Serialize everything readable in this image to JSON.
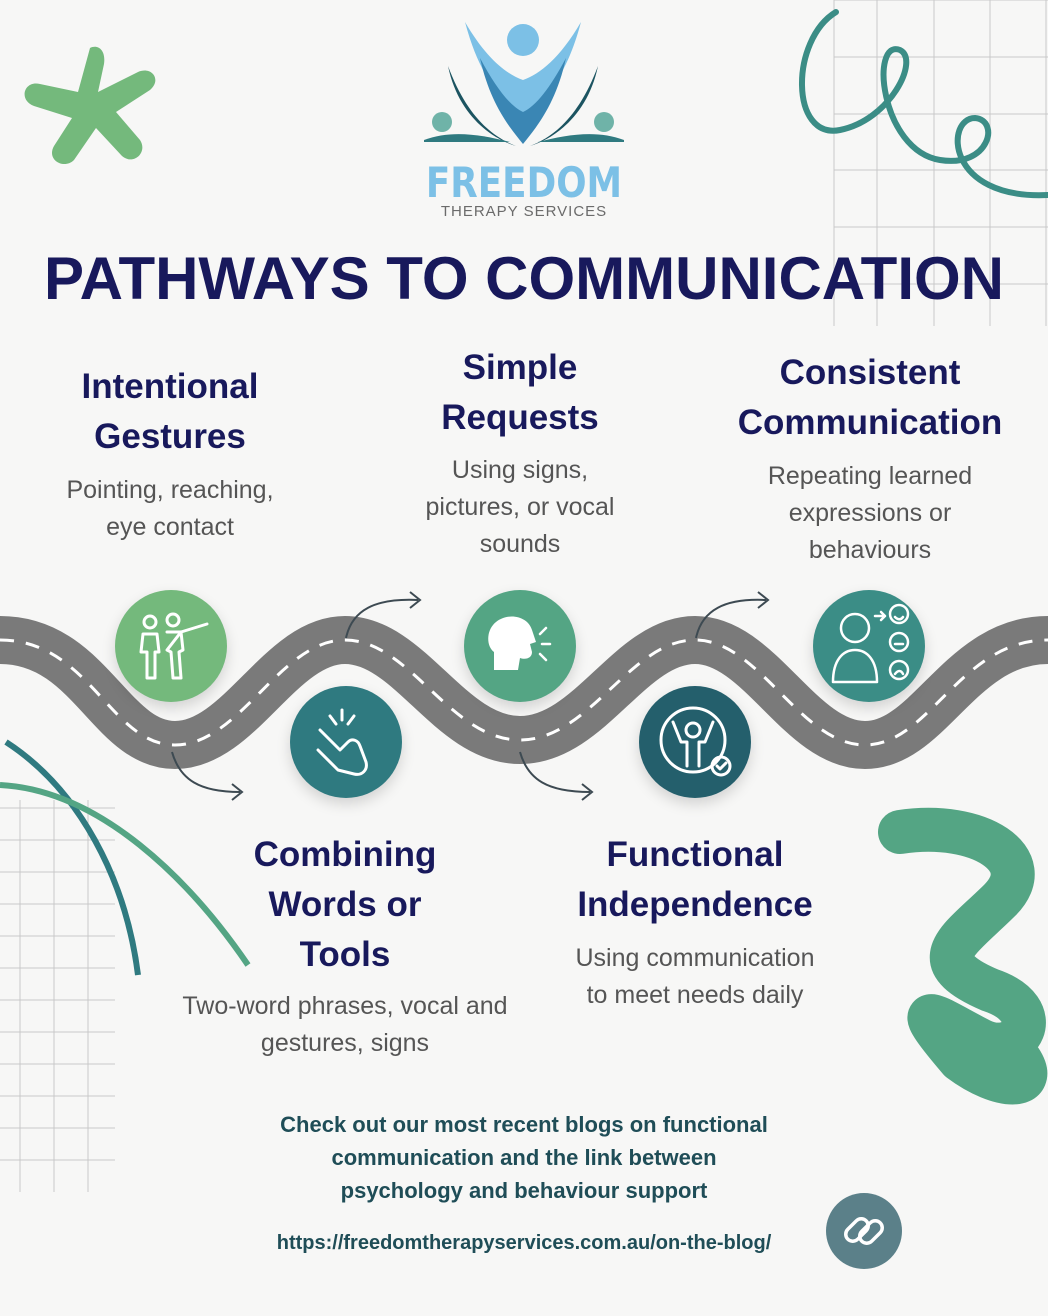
{
  "brand": {
    "name": "FREEDOM",
    "tagline": "THERAPY SERVICES",
    "logo_icon": "people-v-logo-icon"
  },
  "title": "PATHWAYS TO COMMUNICATION",
  "stages": [
    {
      "title_lines": [
        "Intentional",
        "Gestures"
      ],
      "desc_lines": [
        "Pointing, reaching,",
        "eye contact"
      ],
      "icon": "pointing-people-icon"
    },
    {
      "title_lines": [
        "Combining",
        "Words or",
        "Tools"
      ],
      "desc_lines": [
        "Two-word phrases, vocal and",
        "gestures, signs"
      ],
      "icon": "hand-gesture-icon"
    },
    {
      "title_lines": [
        "Simple",
        "Requests"
      ],
      "desc_lines": [
        "Using signs,",
        "pictures, or vocal",
        "sounds"
      ],
      "icon": "speaking-head-icon"
    },
    {
      "title_lines": [
        "Functional",
        "Independence"
      ],
      "desc_lines": [
        "Using communication",
        "to meet needs daily"
      ],
      "icon": "cheering-person-icon"
    },
    {
      "title_lines": [
        "Consistent",
        "Communication"
      ],
      "desc_lines": [
        "Repeating learned",
        "expressions or",
        "behaviours"
      ],
      "icon": "person-emotions-icon"
    }
  ],
  "cta": {
    "lines": [
      "Check out our most recent blogs on functional",
      "communication and the link between",
      "psychology and behaviour support"
    ],
    "url": "https://freedomtherapyservices.com.au/on-the-blog/",
    "link_icon": "chain-link-icon"
  },
  "colors": {
    "navy": "#18195c",
    "teal_dark": "#1f4d57",
    "teal": "#2f7a80",
    "green": "#54a584",
    "light_green": "#74b97c",
    "road": "#7a7a7a",
    "logo_blue": "#7cc0e6",
    "text_gray": "#555555",
    "link_btn": "#5b8089"
  }
}
